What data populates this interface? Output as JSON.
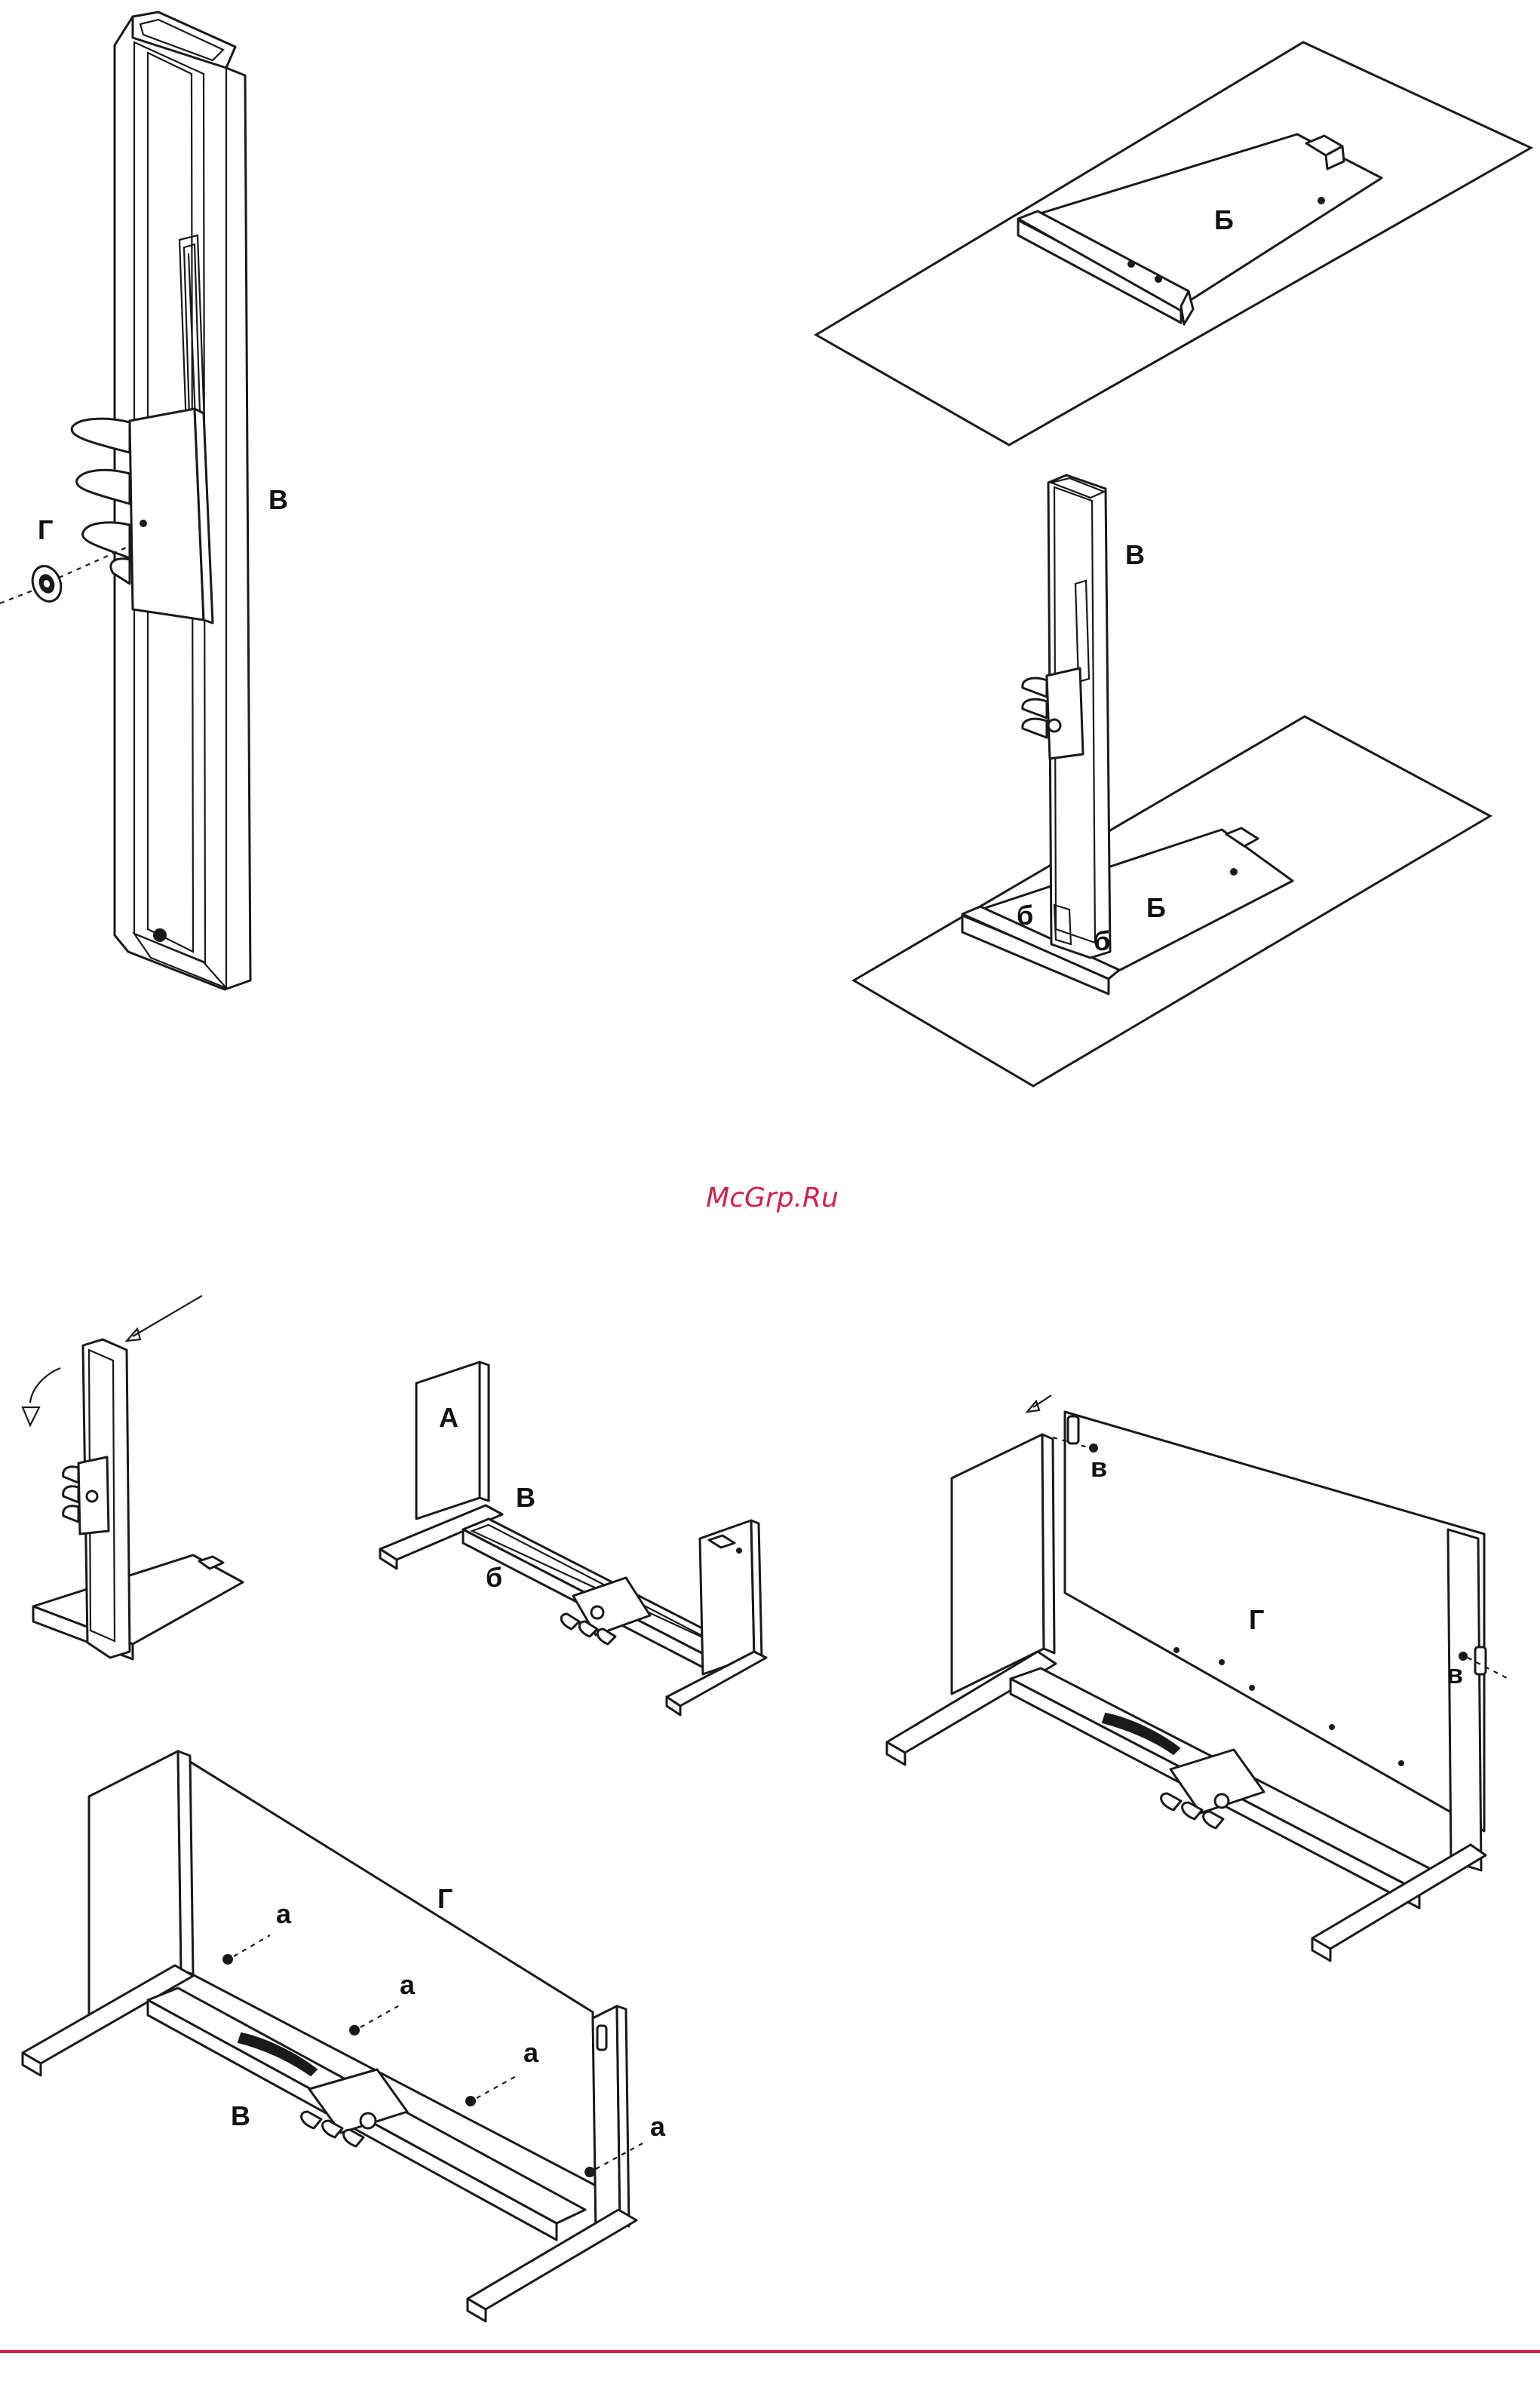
{
  "watermark": "McGrp.Ru",
  "accent_color": "#d0234c",
  "figure1": {
    "label_v": "В",
    "label_g": "Г"
  },
  "figure2": {
    "label_b": "Б"
  },
  "figure3": {
    "label_v": "В",
    "label_b": "Б",
    "label_b_small_1": "б",
    "label_b_small_2": "б"
  },
  "figure4": {
    "label_a": "А",
    "label_v": "В",
    "label_b_small": "б"
  },
  "figure5": {
    "label_g": "Г",
    "label_v_small_1": "в",
    "label_v_small_2": "в"
  },
  "figure6": {
    "label_g": "Г",
    "label_v": "В",
    "label_a_1": "а",
    "label_a_2": "а",
    "label_a_3": "а",
    "label_a_4": "а"
  },
  "icons": [
    "screw-icon",
    "arrow-icon",
    "rotate-arrow-icon",
    "bracket-icon",
    "pedal-icon",
    "knob-icon"
  ]
}
